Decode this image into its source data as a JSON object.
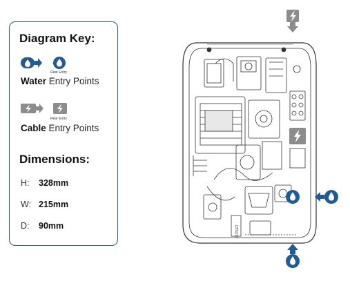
{
  "key": {
    "title": "Diagram Key:",
    "rear_entry_label": "Rear Entry",
    "water": {
      "bold": "Water",
      "rest": "Entry Points",
      "icon": "water-drop-icon",
      "color": "#1f5b9a"
    },
    "cable": {
      "bold": "Cable",
      "rest": "Entry Points",
      "icon": "lightning-icon",
      "color": "#8c8c8c"
    }
  },
  "dimensions": {
    "title": "Dimensions:",
    "items": [
      {
        "label": "H:",
        "value": "328mm"
      },
      {
        "label": "W:",
        "value": "215mm"
      },
      {
        "label": "D:",
        "value": "90mm"
      }
    ]
  },
  "diagram": {
    "label_outlet": "OUTLET",
    "colors": {
      "border": "#1f5b9a",
      "water": "#1f5b9a",
      "cable": "#8c8c8c",
      "line": "#333333"
    }
  }
}
